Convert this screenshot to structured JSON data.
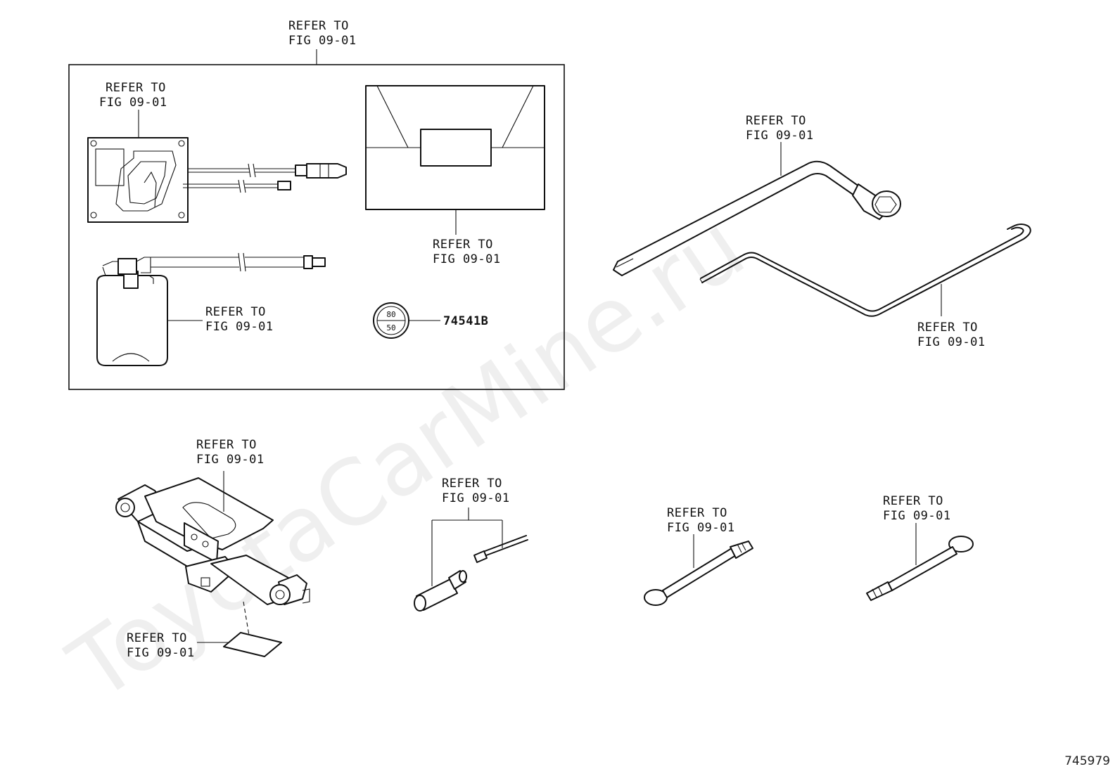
{
  "diagram": {
    "refer_line1": "REFER TO",
    "refer_line2": "FIG 09-01",
    "part_number": "74541B",
    "label_top": "80",
    "label_bottom": "50",
    "watermark": "ToyotaCarMine.ru",
    "sheet_id": "745979"
  }
}
